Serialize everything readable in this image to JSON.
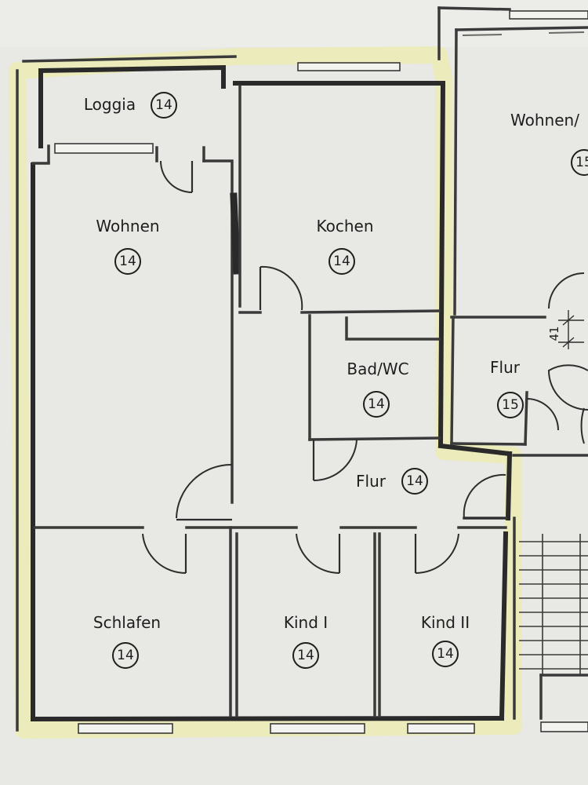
{
  "rooms": [
    {
      "id": "loggia",
      "name": "Loggia",
      "unit": "14"
    },
    {
      "id": "wohnen",
      "name": "Wohnen",
      "unit": "14"
    },
    {
      "id": "kochen",
      "name": "Kochen",
      "unit": "14"
    },
    {
      "id": "bad-wc",
      "name": "Bad/WC",
      "unit": "14"
    },
    {
      "id": "flur",
      "name": "Flur",
      "unit": "14"
    },
    {
      "id": "schlafen",
      "name": "Schlafen",
      "unit": "14"
    },
    {
      "id": "kind-1",
      "name": "Kind I",
      "unit": "14"
    },
    {
      "id": "kind-2",
      "name": "Kind II",
      "unit": "14"
    },
    {
      "id": "neighbor-wohnen",
      "name": "Wohnen/",
      "unit": "15"
    },
    {
      "id": "neighbor-flur",
      "name": "Flur",
      "unit": "15"
    }
  ],
  "dimension_label": "41",
  "colors": {
    "wall": "#2a2a2a",
    "paper": "#e8e8e5",
    "highlight": "#ecec9a"
  }
}
